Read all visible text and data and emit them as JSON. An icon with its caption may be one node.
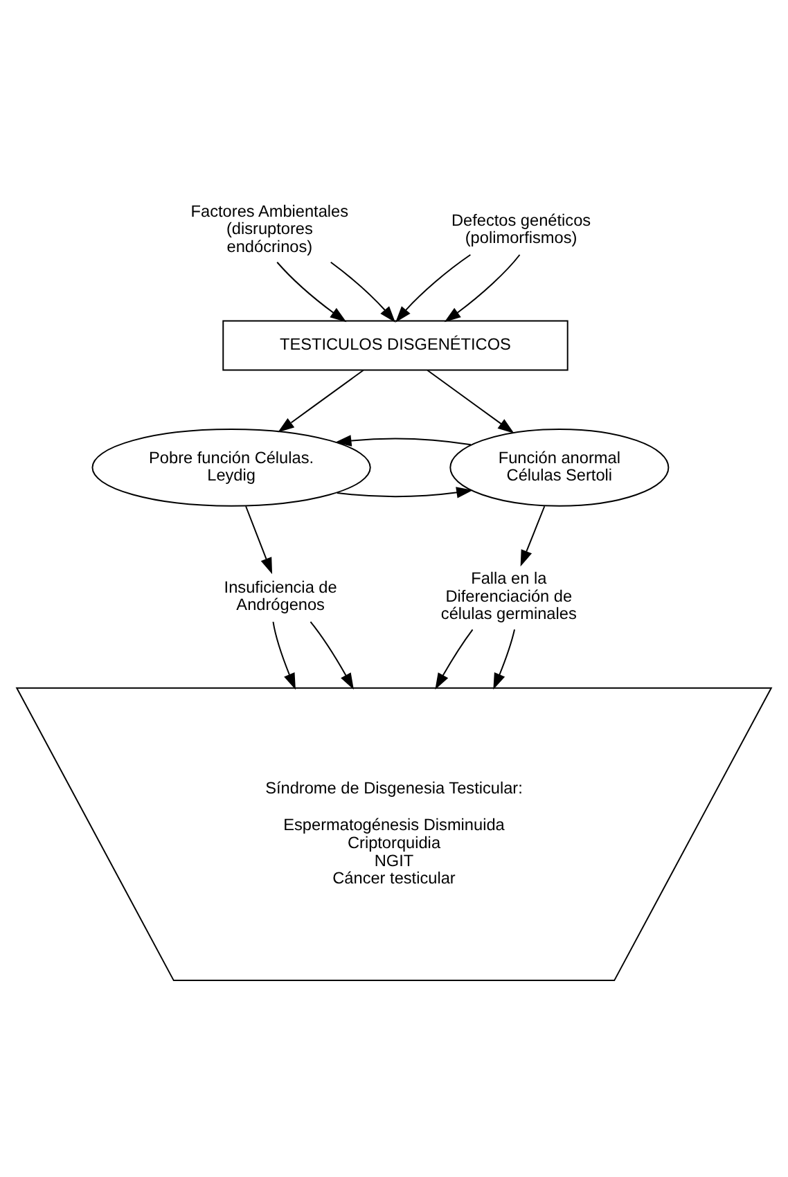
{
  "diagram": {
    "nodes": [
      {
        "text": [
          "Factores Ambientales (disruptores endócrinos)"
        ]
      },
      {
        "text": [
          "Defectos genéticos (polimorfismos)"
        ]
      },
      {
        "text": [
          "TESTICULOS DISGENÉTICOS"
        ]
      },
      {
        "text": [
          "Pobre función Células. Leydig"
        ]
      },
      {
        "text": [
          "Función anormal Células Sertoli"
        ]
      },
      {
        "text": [
          "Insuficiencia de Andrógenos"
        ]
      },
      {
        "text": [
          "Falla en la Diferenciación de células germinales"
        ]
      },
      {
        "text": [
          "Síndrome de Disgenesia Testicular:",
          "Espermatogénesis Disminuida",
          "Criptorquidia",
          "NGIT",
          "Cáncer testicular"
        ]
      }
    ],
    "edges": [
      {
        "from": 0,
        "to": 2,
        "arrow": "to"
      },
      {
        "from": 0,
        "to": 2,
        "arrow": "to"
      },
      {
        "from": 1,
        "to": 2,
        "arrow": "to"
      },
      {
        "from": 1,
        "to": 2,
        "arrow": "to"
      },
      {
        "from": 2,
        "to": 3,
        "arrow": "to"
      },
      {
        "from": 2,
        "to": 4,
        "arrow": "to"
      },
      {
        "from": 3,
        "to": 4,
        "arrow": "to"
      },
      {
        "from": 4,
        "to": 3,
        "arrow": "to"
      },
      {
        "from": 3,
        "to": 5,
        "arrow": "to"
      },
      {
        "from": 4,
        "to": 6,
        "arrow": "to"
      },
      {
        "from": 5,
        "to": 7,
        "arrow": "to"
      },
      {
        "from": 5,
        "to": 7,
        "arrow": "to"
      },
      {
        "from": 6,
        "to": 7,
        "arrow": "to"
      },
      {
        "from": 6,
        "to": 7,
        "arrow": "to"
      }
    ]
  }
}
